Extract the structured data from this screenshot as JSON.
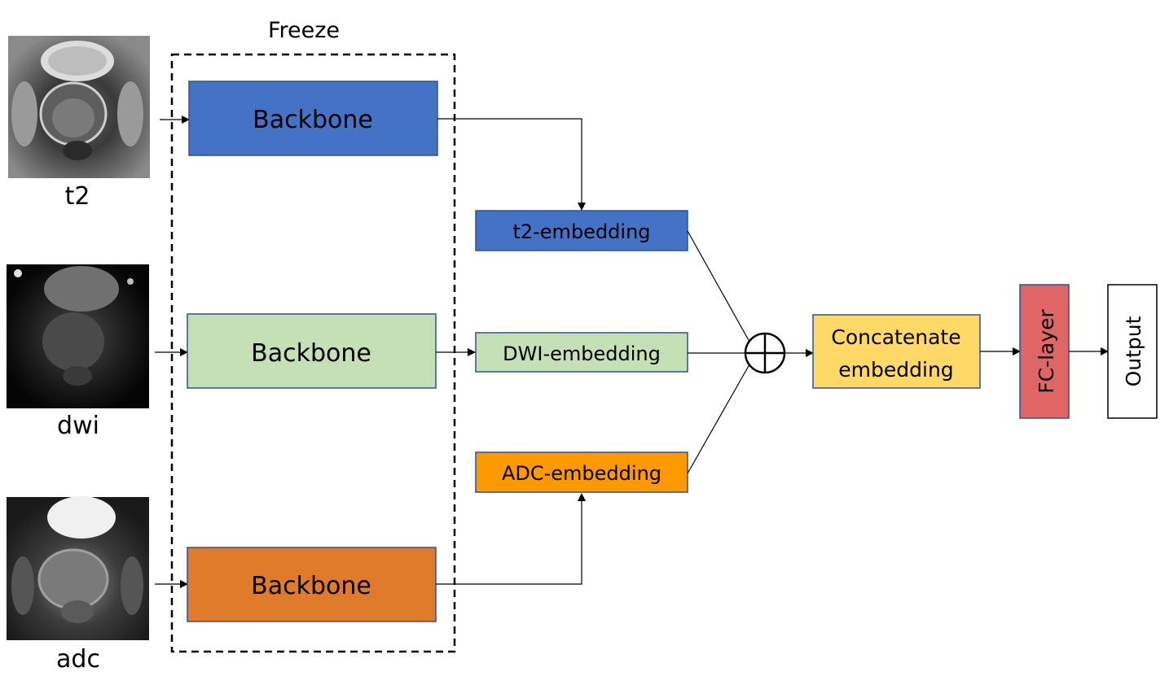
{
  "title": "Freeze",
  "inputs": [
    {
      "label": "t2"
    },
    {
      "label": "dwi"
    },
    {
      "label": "adc"
    }
  ],
  "backbones": [
    {
      "label": "Backbone",
      "fill": "#4472C4"
    },
    {
      "label": "Backbone",
      "fill": "#C5E0B4"
    },
    {
      "label": "Backbone",
      "fill": "#E07B2B"
    }
  ],
  "embeddings": [
    {
      "label": "t2-embedding",
      "fill": "#4472C4"
    },
    {
      "label": "DWI-embedding",
      "fill": "#C5E0B4"
    },
    {
      "label": "ADC-embedding",
      "fill": "#FF9900"
    }
  ],
  "concat": {
    "line1": "Concatenate",
    "line2": "embedding",
    "fill": "#FFD966"
  },
  "fc_layer": {
    "label": "FC-layer",
    "fill": "#E06666"
  },
  "output": {
    "label": "Output"
  }
}
